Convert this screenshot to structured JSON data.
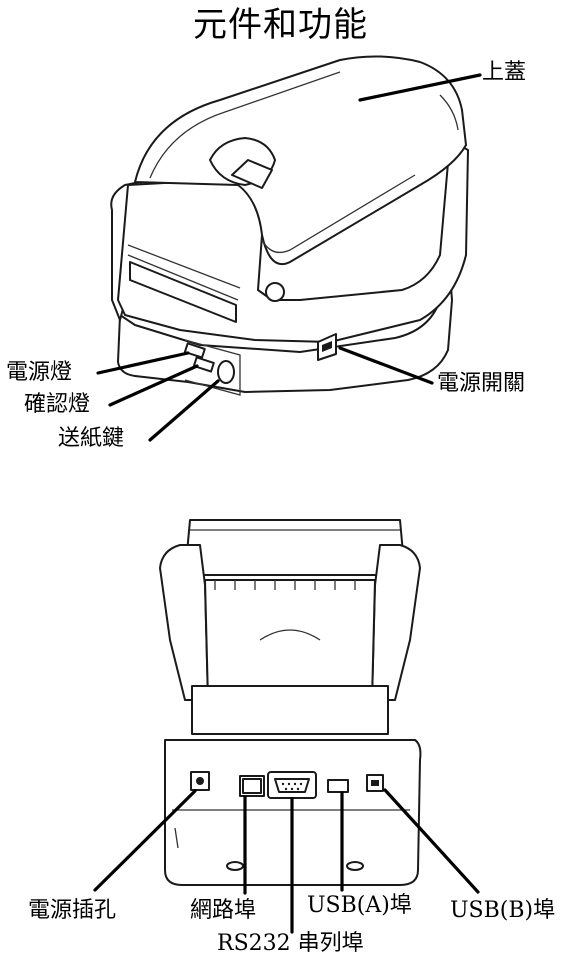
{
  "title": "元件和功能",
  "front_labels": {
    "top_cover": "上蓋",
    "power_led": "電源燈",
    "ready_led": "確認燈",
    "feed_button": "送紙鍵",
    "power_switch": "電源開關"
  },
  "rear_labels": {
    "power_jack": "電源插孔",
    "ethernet_port": "網路埠",
    "serial_port": "RS232 串列埠",
    "usb_a_port": "USB(A)埠",
    "usb_b_port": "USB(B)埠"
  }
}
